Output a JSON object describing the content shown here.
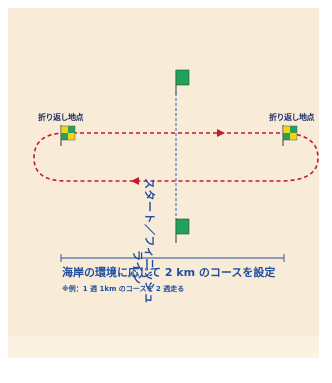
{
  "turnaround": {
    "left_label": "折り返し地点",
    "right_label": "折り返し地点"
  },
  "start_finish": {
    "line1": "スタート／フィニッシュ",
    "line2": "ライン"
  },
  "course": {
    "caption": "海岸の環境に応じて 2 km のコースを設定",
    "note": "※例：1 週 1km のコースを 2 週走る"
  },
  "colors": {
    "course_line": "#c41a2a",
    "start_flag": "#21a05a",
    "checker_yellow": "#f2d21b",
    "checker_green": "#2aa05a",
    "text": "#1f4ea0",
    "background": "#f8ecd9"
  },
  "icons": [
    "start-flag-icon",
    "checkered-flag-icon",
    "arrow-right-icon",
    "arrow-left-icon"
  ]
}
